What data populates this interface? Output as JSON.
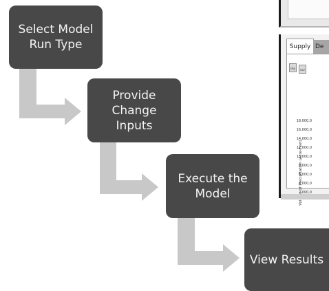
{
  "steps": [
    {
      "label": "Select Model\nRun Type"
    },
    {
      "label": "Provide\nChange\nInputs"
    },
    {
      "label": "Execute the\nModel"
    },
    {
      "label": "View Results"
    }
  ],
  "background_panel": {
    "tabs": [
      "Supply",
      "De"
    ],
    "icons": [
      "shp",
      "csv"
    ],
    "y_axis_label": "Volume of Precipitation (Acre-Feet)",
    "y_ticks": [
      "18,000,0",
      "16,000,0",
      "14,000,0",
      "12,000,0",
      "10,000,0",
      "8,000,0",
      "6,000,0",
      "4,000,0",
      "2,000,0"
    ]
  },
  "colors": {
    "step_fill": "#484848",
    "step_text": "#f4f4f4",
    "arrow_fill": "#c8c8c8"
  }
}
